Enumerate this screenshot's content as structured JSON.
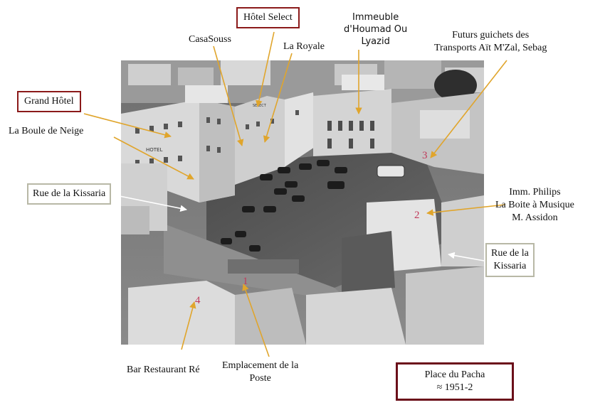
{
  "colors": {
    "arrow": "#e0a52c",
    "arrow_white": "#ffffff",
    "box_red": "#8b1a1a",
    "box_grey": "#b8b8a6",
    "box_dark": "#6b0f1a",
    "number": "#c0395a"
  },
  "labels": {
    "hotel_select": "Hôtel Select",
    "casasouss": "CasaSouss",
    "la_royale": "La Royale",
    "immeuble_line1": "Immeuble",
    "immeuble_line2": "d'Houmad Ou",
    "immeuble_line3": "Lyazid",
    "futurs_line1": "Futurs guichets des",
    "futurs_line2": "Transports Aït M'Zal, Sebag",
    "grand_hotel": "Grand Hôtel",
    "boule_de_neige": "La Boule de Neige",
    "rue_kissaria_left": "Rue de la Kissaria",
    "philips_line1": "Imm. Philips",
    "philips_line2": "La Boite à Musique",
    "philips_line3": "M. Assidon",
    "rue_kissaria_right_line1": "Rue de la",
    "rue_kissaria_right_line2": "Kissaria",
    "bar_restaurant": "Bar Restaurant Ré",
    "emplacement_line1": "Emplacement de la",
    "emplacement_line2": "Poste",
    "place_line1": "Place du Pacha",
    "place_line2": "≈ 1951-2"
  },
  "photo": {
    "markers": [
      "1",
      "2",
      "3",
      "4"
    ],
    "signs": {
      "hotel": "HOTEL",
      "select": "SELECT"
    }
  }
}
